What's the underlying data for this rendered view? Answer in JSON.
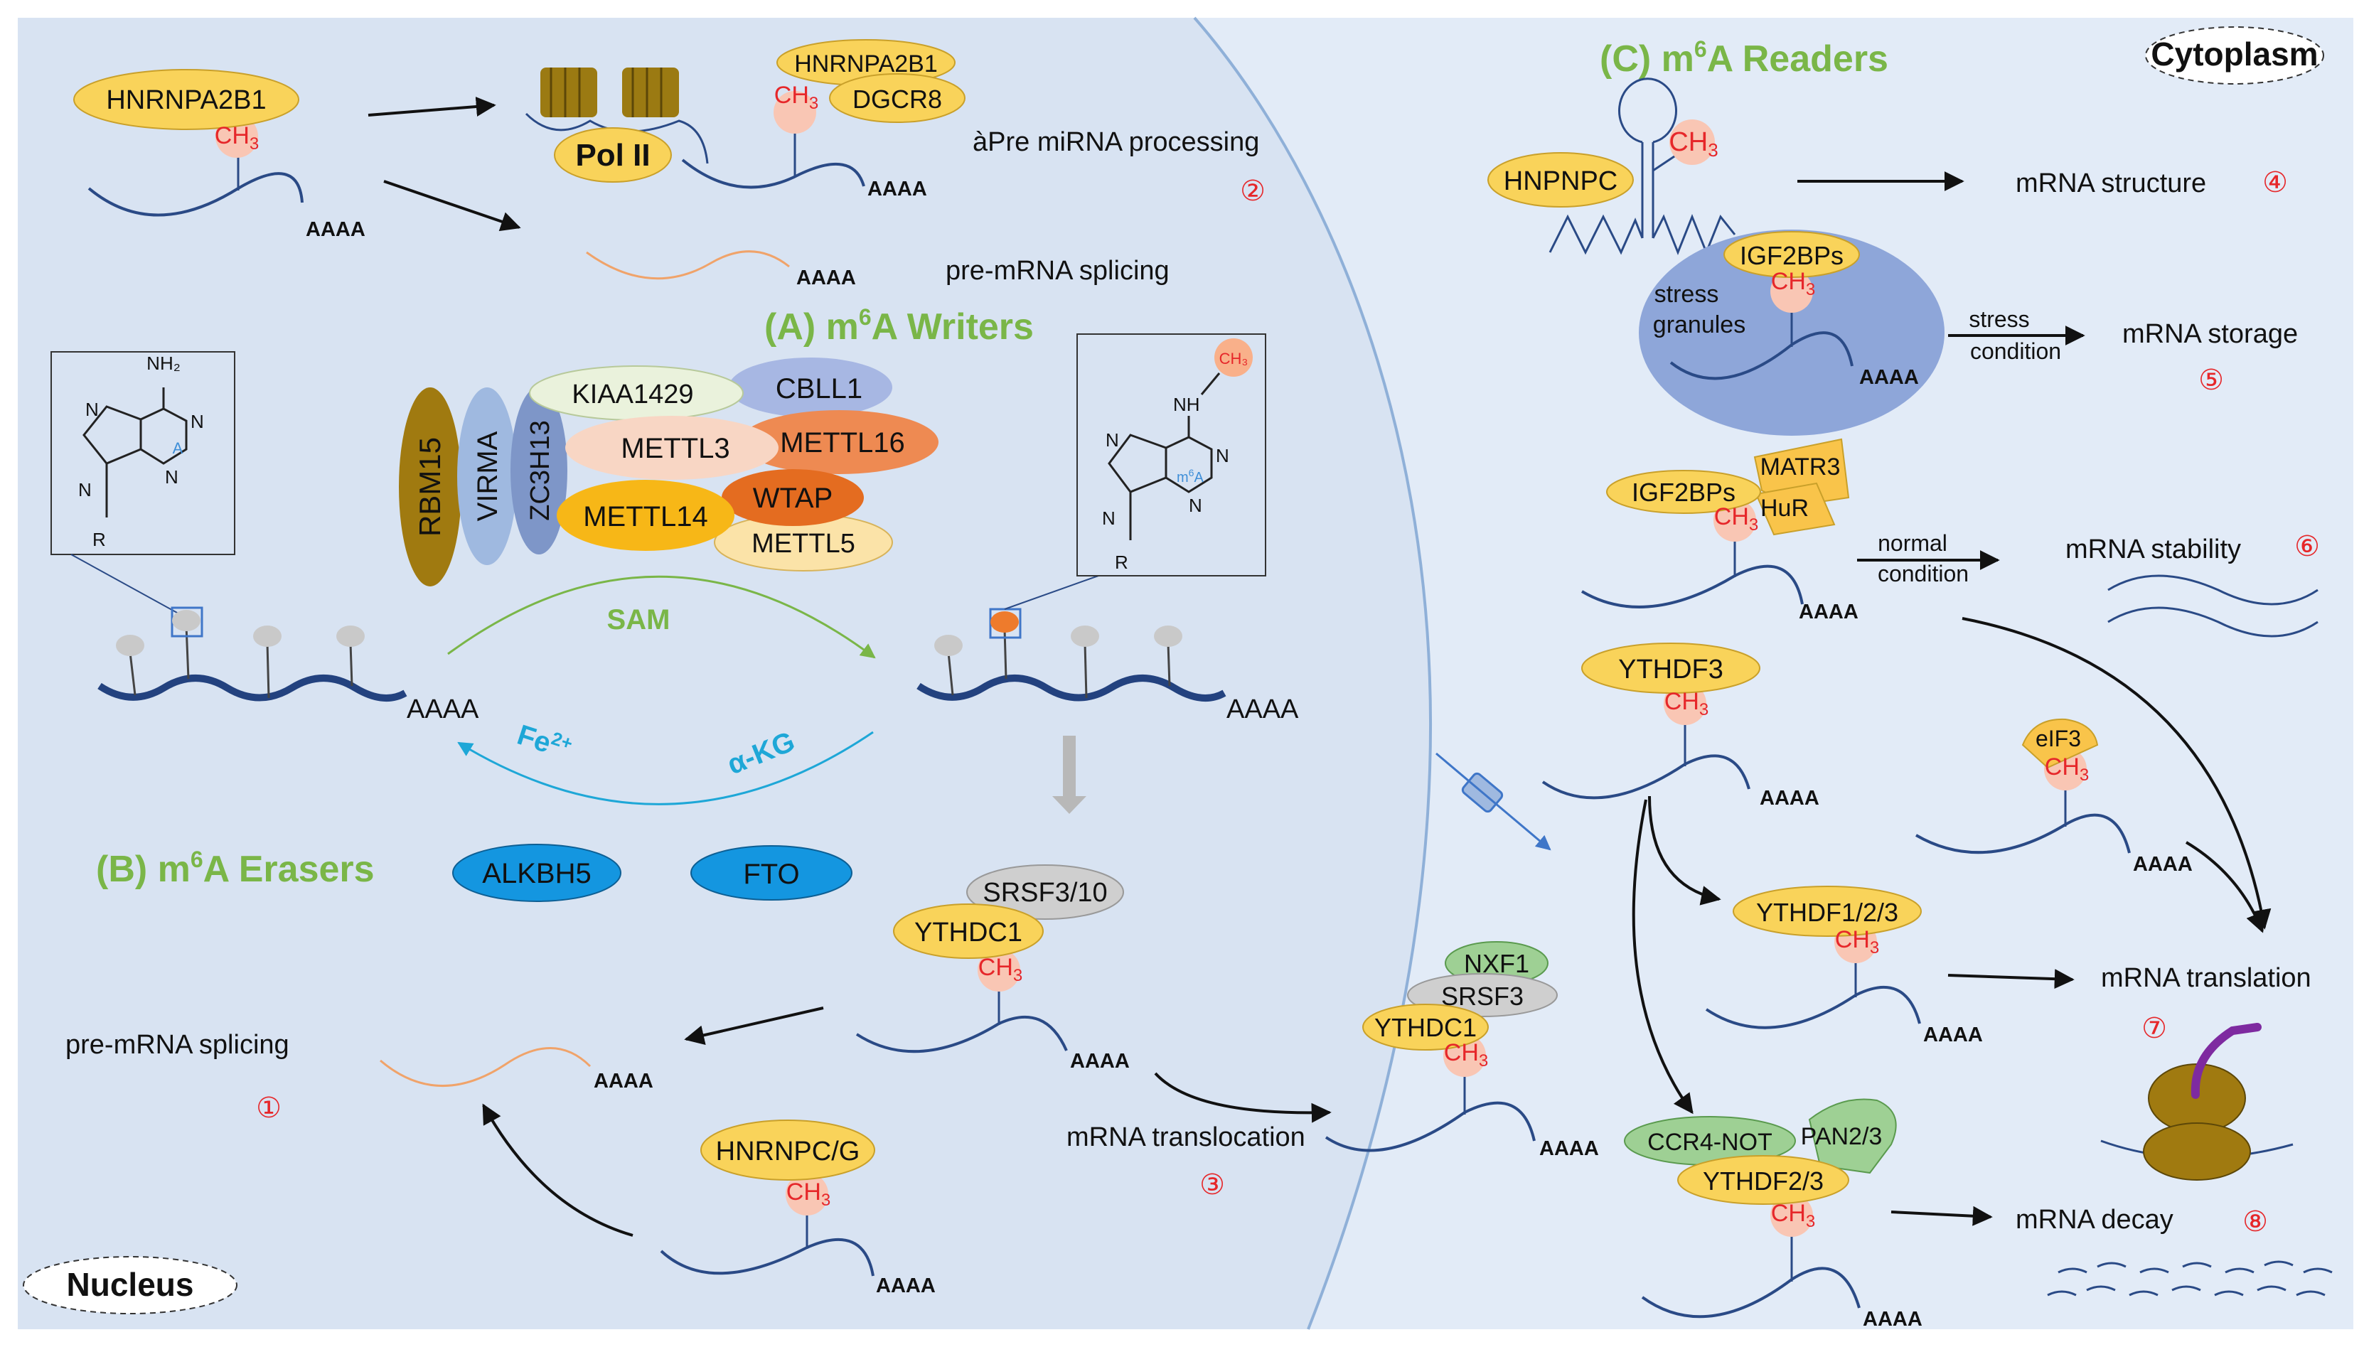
{
  "headers": {
    "writers_prefix": "(A) m",
    "writers_sup": "6",
    "writers_suffix": "A Writers",
    "erasers_prefix": "(B) m",
    "erasers_sup": "6",
    "erasers_suffix": "A Erasers",
    "readers_prefix": "(C) m",
    "readers_sup": "6",
    "readers_suffix": "A Readers"
  },
  "compartments": {
    "cytoplasm": "Cytoplasm",
    "nucleus": "Nucleus"
  },
  "common": {
    "poly_a": "AAAA",
    "methyl_prefix": "CH",
    "methyl_sub": "3"
  },
  "writers": {
    "proteins": [
      "RBM15",
      "VIRMA",
      "ZC3H13",
      "KIAA1429",
      "CBLL1",
      "METTL3",
      "METTL16",
      "METTL14",
      "WTAP",
      "METTL5"
    ],
    "cofactor": "SAM"
  },
  "erasers": {
    "proteins": [
      "ALKBH5",
      "FTO"
    ],
    "cofactor_fe_base": "Fe",
    "cofactor_fe_sup": "2+",
    "cofactor_akg": "α-KG"
  },
  "chemistry": {
    "adenosine": {
      "nh2": "NH₂",
      "n": "N",
      "center": "A",
      "r": "R"
    },
    "m6a": {
      "nh": "NH",
      "n": "N",
      "center_prefix": "m",
      "center_sup": "6",
      "center_suffix": "A",
      "r": "R",
      "ch3": "CH₃"
    }
  },
  "nuclear_readers": {
    "top_reader": "HNRNPA2B1",
    "pol2": "Pol II",
    "complex_a": "HNRNPA2B1",
    "complex_b": "DGCR8",
    "ydc1_a": "SRSF3/10",
    "ydc1_b": "YTHDC1",
    "hnrnpcg": "HNRNPC/G"
  },
  "export": {
    "nxf1": "NXF1",
    "srsf3": "SRSF3",
    "ythdc1": "YTHDC1"
  },
  "cytoplasm_readers": {
    "hnpnpc": "HNPNPC",
    "igf2bps_sg": "IGF2BPs",
    "stress_granules_line1": "stress",
    "stress_granules_line2": "granules",
    "igf2bps_stab": "IGF2BPs",
    "matr3": "MATR3",
    "hur": "HuR",
    "ythdf3": "YTHDF3",
    "eif3": "eIF3",
    "ythdf123": "YTHDF1/2/3",
    "ccr4not": "CCR4-NOT",
    "pan23": "PAN2/3",
    "ythdf23": "YTHDF2/3"
  },
  "conditions": {
    "stress_line1": "stress",
    "stress_line2": "condition",
    "normal_line1": "normal",
    "normal_line2": "condition"
  },
  "outcomes": {
    "pre_mirna": "àPre miRNA processing",
    "pre_mrna_top": "pre-mRNA splicing",
    "pre_mrna_bottom": "pre-mRNA splicing",
    "translocation": "mRNA translocation",
    "structure": "mRNA structure",
    "storage": "mRNA storage",
    "stability": "mRNA stability",
    "translation": "mRNA translation",
    "decay": "mRNA decay"
  },
  "circled_numbers": [
    "①",
    "②",
    "③",
    "④",
    "⑤",
    "⑥",
    "⑦",
    "⑧"
  ],
  "colors": {
    "nucleus_bg": "#d8e3f2",
    "cytoplasm_bg": "#e2ebf7",
    "yellow": "#f9d35a",
    "header_green": "#7ab648",
    "eraser_blue": "#1496e0",
    "strand_blue": "#2a4a86",
    "number_red": "#e6272a"
  }
}
